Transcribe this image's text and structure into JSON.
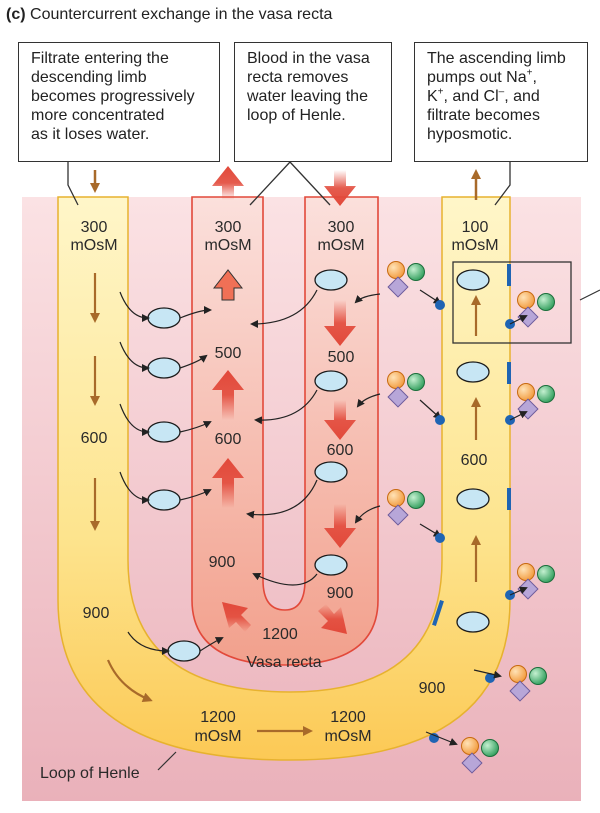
{
  "title": {
    "label": "(c)",
    "text": "Countercurrent exchange in the vasa recta"
  },
  "callouts": {
    "descending": [
      "Filtrate entering the",
      "descending limb",
      "becomes progressively",
      "more concentrated",
      "as it loses water."
    ],
    "vasa": [
      "Blood in the vasa",
      "recta removes",
      "water leaving the",
      "loop of Henle."
    ],
    "ascending": [
      "The ascending limb",
      "pumps out Na",
      "K",
      ", and Cl",
      ", and",
      "filtrate becomes",
      "hyposmotic."
    ]
  },
  "superscripts": {
    "plus": "+",
    "minus": "–"
  },
  "labels": {
    "desc_top": [
      "300",
      "mOsM"
    ],
    "vasa_up_top": [
      "300",
      "mOsM"
    ],
    "vasa_down_top": [
      "300",
      "mOsM"
    ],
    "asc_top": [
      "100",
      "mOsM"
    ],
    "desc_600": "600",
    "desc_900": "900",
    "vasa_500_left": "500",
    "vasa_600_left": "600",
    "vasa_900_left": "900",
    "vasa_500_right": "500",
    "vasa_600_right": "600",
    "vasa_900_right": "900",
    "vasa_1200": "1200",
    "vasa_recta": "Vasa recta",
    "asc_600": "600",
    "asc_900": "900",
    "bottom_left": [
      "1200",
      "mOsM"
    ],
    "bottom_right": [
      "1200",
      "mOsM"
    ],
    "loop_of_henle": "Loop of Henle"
  },
  "colors": {
    "tissue_top": "#fbe2e4",
    "tissue_bottom": "#eab1ba",
    "loop_fill": "#fcd36b",
    "loop_light": "#fff6c9",
    "vasa_fill": "#f3a58e",
    "vasa_border": "#e2493a",
    "arrow_red": "#e2493a",
    "arrow_brown": "#a86a2a",
    "water_fill": "#c7e6f4",
    "ion_orange": "#f29a3c",
    "ion_green": "#2f9d5b",
    "ion_purple": "#b7a6d8",
    "pump_blue": "#1f64b3"
  }
}
